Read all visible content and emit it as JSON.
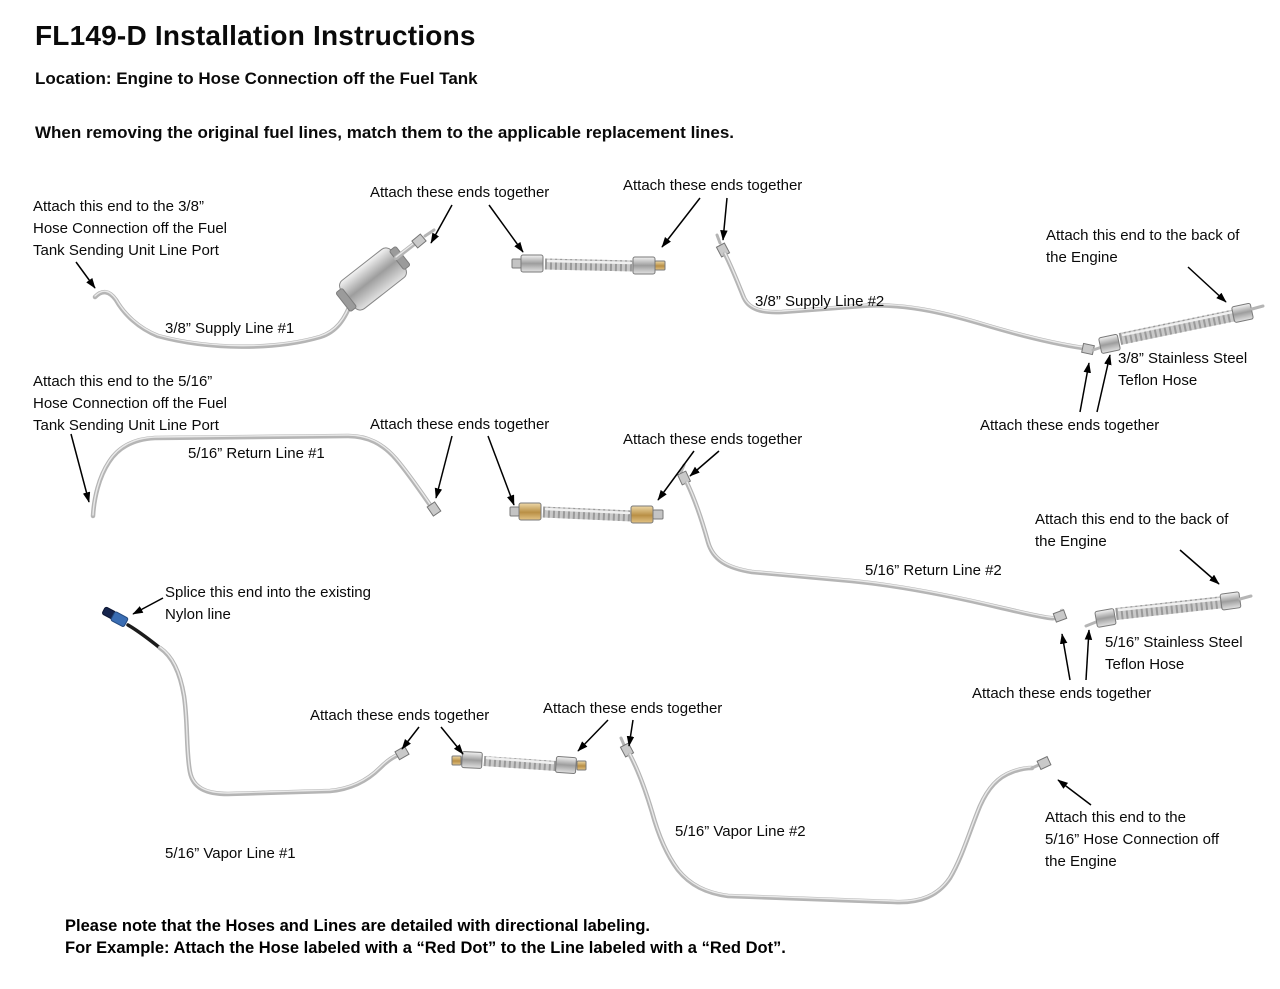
{
  "header": {
    "title": "FL149-D Installation Instructions",
    "location": "Location: Engine to Hose Connection off the Fuel Tank",
    "intro": "When removing the original fuel lines, match them to the applicable replacement lines."
  },
  "supply": {
    "tank_end": "Attach this end to the 3/8”\nHose Connection off the Fuel\nTank Sending Unit Line Port",
    "ends_together_a": "Attach  these ends together",
    "ends_together_b": "Attach  these ends together",
    "line1_label": "3/8” Supply Line #1",
    "line2_label": "3/8” Supply Line #2",
    "engine_end": "Attach this end to the back of\nthe Engine",
    "hose_label": "3/8” Stainless Steel\nTeflon Hose",
    "ends_together_c": "Attach  these ends together"
  },
  "return": {
    "tank_end": "Attach this end to the 5/16”\nHose Connection off the Fuel\nTank Sending Unit Line Port",
    "ends_together_a": "Attach  these ends together",
    "line1_label": "5/16” Return Line #1",
    "ends_together_b": "Attach  these ends together",
    "line2_label": "5/16” Return Line #2",
    "engine_end": "Attach this end to the back of\nthe Engine",
    "hose_label": "5/16” Stainless Steel\nTeflon Hose",
    "ends_together_c": "Attach  these ends together"
  },
  "vapor": {
    "splice": "Splice this end into the existing\nNylon line",
    "ends_together_a": "Attach  these ends together",
    "ends_together_b": "Attach  these ends together",
    "line1_label": "5/16” Vapor Line #1",
    "line2_label": "5/16” Vapor Line #2",
    "engine_end": "Attach this end to  the\n5/16” Hose Connection off\nthe Engine"
  },
  "footer": {
    "note": "Please note that the Hoses and Lines are detailed with directional labeling.",
    "example": "For Example: Attach the Hose labeled with a “Red Dot” to the Line labeled with a “Red Dot”."
  },
  "colors": {
    "tube_gray": "#b5b5b5",
    "braid_gray": "#9a9a9a",
    "brass": "#d7b06a",
    "splice_blue": "#3a6db3"
  }
}
